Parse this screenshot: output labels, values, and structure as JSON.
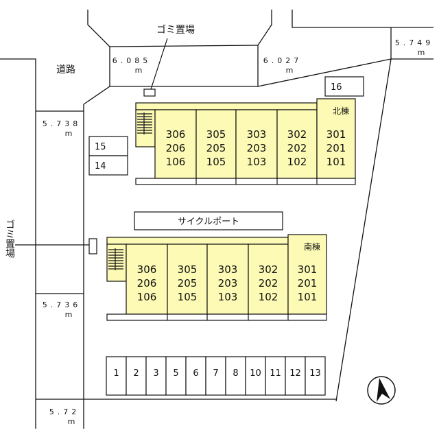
{
  "labels": {
    "road": "道路",
    "garbage_top": "ゴミ置場",
    "garbage_left": "ゴミ置場",
    "cycle_port": "サイクルポート"
  },
  "road_widths": {
    "top_left": [
      "6.085",
      "m"
    ],
    "top_right": [
      "6.027",
      "m"
    ],
    "right": [
      "5.749",
      "m"
    ],
    "left_upper": [
      "5.738",
      "m"
    ],
    "left_middle": [
      "5.736",
      "m"
    ],
    "bottom": [
      "5.72",
      "m"
    ]
  },
  "buildings": {
    "north": {
      "name": "北棟",
      "columns": [
        [
          "306",
          "206",
          "106"
        ],
        [
          "305",
          "205",
          "105"
        ],
        [
          "303",
          "203",
          "103"
        ],
        [
          "302",
          "202",
          "102"
        ],
        [
          "301",
          "201",
          "101"
        ]
      ]
    },
    "south": {
      "name": "南棟",
      "columns": [
        [
          "306",
          "206",
          "106"
        ],
        [
          "305",
          "205",
          "105"
        ],
        [
          "303",
          "203",
          "103"
        ],
        [
          "302",
          "202",
          "102"
        ],
        [
          "301",
          "201",
          "101"
        ]
      ]
    }
  },
  "side_parking": [
    "15",
    "14",
    "16"
  ],
  "parking": [
    "1",
    "2",
    "3",
    "5",
    "6",
    "7",
    "8",
    "10",
    "11",
    "12",
    "13"
  ],
  "colors": {
    "building_fill": "#fcfab4",
    "line": "#111111"
  }
}
